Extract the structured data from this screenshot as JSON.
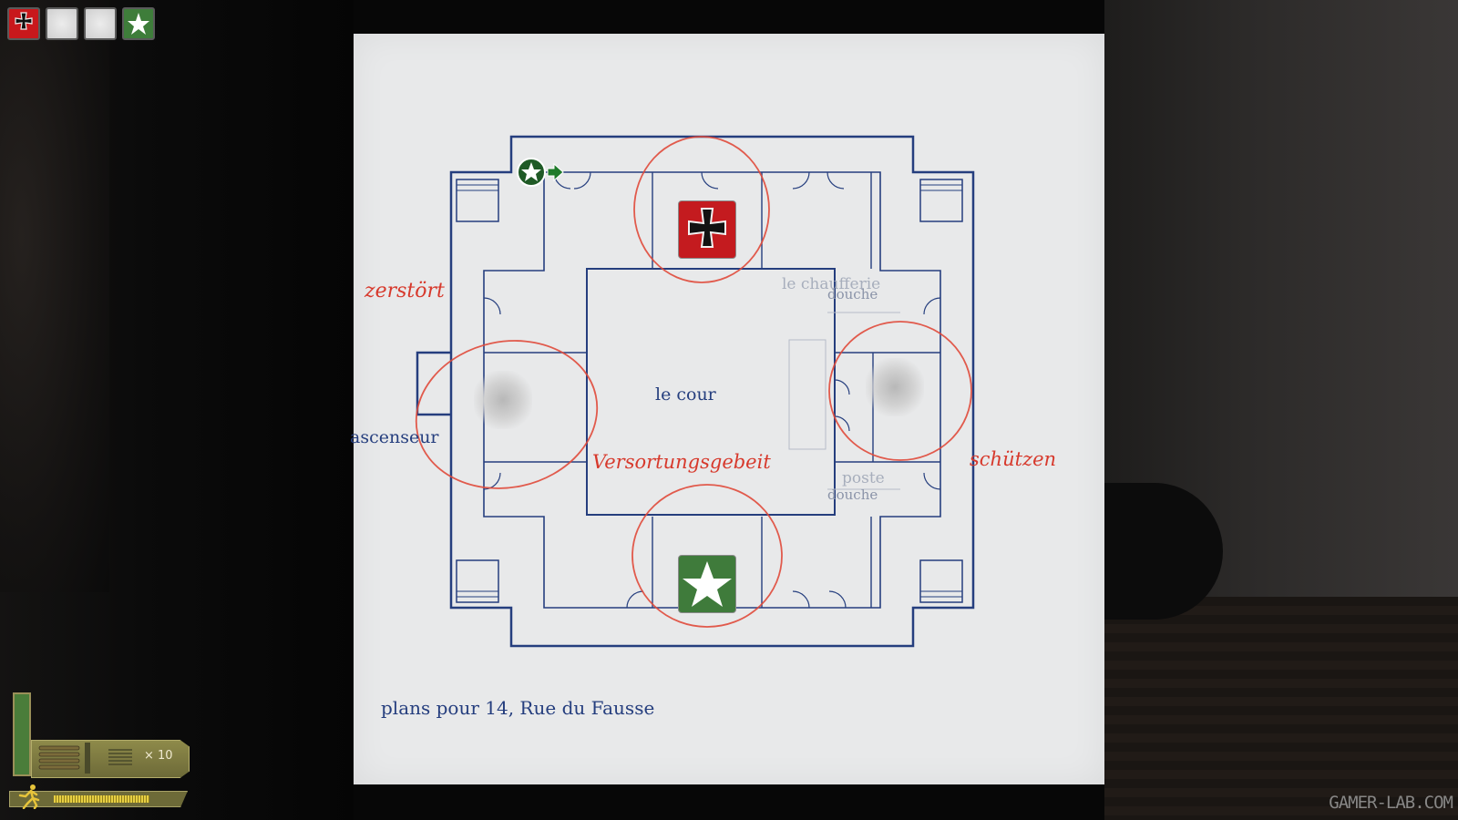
{
  "hud": {
    "team_flags": [
      {
        "owner": "axis",
        "icon": "iron-cross-icon"
      },
      {
        "owner": "neutral",
        "icon": "blank-flag-icon"
      },
      {
        "owner": "neutral",
        "icon": "blank-flag-icon"
      },
      {
        "owner": "allies",
        "icon": "white-star-icon"
      }
    ],
    "ammo_count_label": "× 10",
    "stamina_level": 0.75
  },
  "map": {
    "courtyard_label": "le cour",
    "elevator_label": "ascenseur",
    "top_right_room_label": "le chaufferie",
    "shower_label_top": "douche",
    "post_label": "poste",
    "shower_label_bottom": "douche",
    "caption": "plans pour 14, Rue du Fausse",
    "annotations": {
      "destroyed": "zerstört",
      "supply_area": "Versortungsgebeit",
      "protect": "schützen"
    },
    "objectives": [
      {
        "owner": "axis",
        "icon": "iron-cross-icon"
      },
      {
        "owner": "allies",
        "icon": "white-star-icon"
      },
      {
        "owner": "neutral",
        "icon": "blank-flag-icon"
      },
      {
        "owner": "neutral",
        "icon": "blank-flag-icon"
      }
    ],
    "spawn_marker_icon": "allied-spawn-icon"
  },
  "watermark": "GAMER-LAB.COM",
  "colors": {
    "axis_red": "#c41b1f",
    "allies_green": "#3f7b3b",
    "blueprint_blue": "#253e7e",
    "annotation_red": "#d7392c",
    "paper": "#e8e9ea"
  }
}
